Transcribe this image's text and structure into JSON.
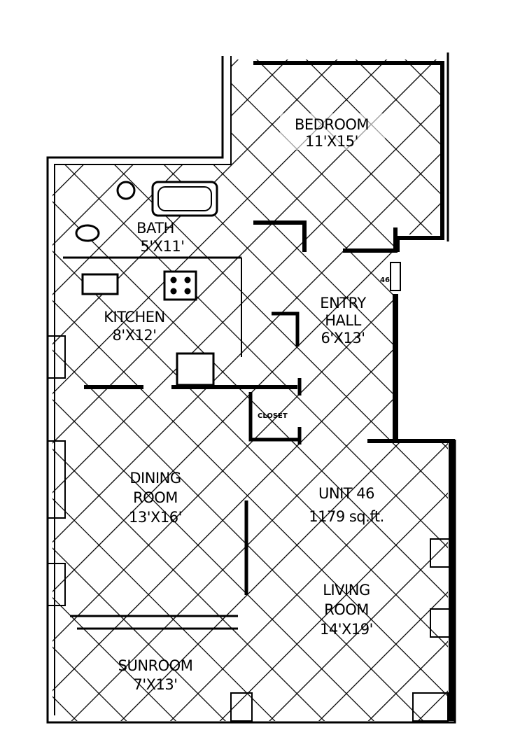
{
  "plan": {
    "unit": {
      "name": "UNIT 46",
      "area": "1179 sq.ft."
    },
    "door_number": "46",
    "rooms": [
      {
        "name": "BEDROOM",
        "size": "11'X15'"
      },
      {
        "name": "BATH",
        "size": "5'X11'"
      },
      {
        "name": "KITCHEN",
        "size": "8'X12'"
      },
      {
        "name": "ENTRY",
        "name2": "HALL",
        "size": "6'X13'"
      },
      {
        "name": "CLOSET"
      },
      {
        "name": "DINING",
        "name2": "ROOM",
        "size": "13'X16'"
      },
      {
        "name": "LIVING",
        "name2": "ROOM",
        "size": "14'X19'"
      },
      {
        "name": "SUNROOM",
        "size": "7'X13'"
      }
    ],
    "colors": {
      "ink": "#000000",
      "paper": "#ffffff"
    }
  }
}
